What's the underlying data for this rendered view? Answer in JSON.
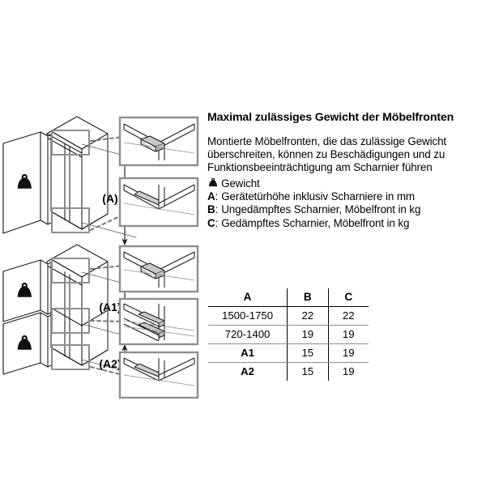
{
  "document": {
    "title": "Maximal zulässiges Gewicht der Möbelfronten",
    "intro": "Montierte Möbelfronten, die das zulässige Gewicht überschreiten, können zu Beschädigungen und zu Funktionsbeeinträchtigung am Scharnier führen",
    "legend": [
      {
        "icon": "weight-icon",
        "key": "",
        "sep": "",
        "desc": "Gewicht"
      },
      {
        "icon": "",
        "key": "A",
        "sep": ":",
        "desc": "Gerätetürhöhe inklusiv Scharniere in mm"
      },
      {
        "icon": "",
        "key": "B",
        "sep": ":",
        "desc": "Ungedämpftes Scharnier, Möbelfront in kg"
      },
      {
        "icon": "",
        "key": "C",
        "sep": ":",
        "desc": "Gedämpftes Scharnier, Möbelfront in kg"
      }
    ]
  },
  "table": {
    "headers": [
      "A",
      "B",
      "C"
    ],
    "rows": [
      {
        "a": "1500-1750",
        "b": "22",
        "c": "22",
        "bold": false
      },
      {
        "a": "720-1400",
        "b": "19",
        "c": "19",
        "bold": false
      },
      {
        "a": "A1",
        "b": "15",
        "c": "19",
        "bold": true
      },
      {
        "a": "A2",
        "b": "15",
        "c": "19",
        "bold": true
      }
    ]
  },
  "figures": {
    "upper": {
      "name": "single-door-appliance-diagram",
      "dimension_labels": [
        "(A)"
      ],
      "weight_markers": 1,
      "detail_callouts": 2
    },
    "lower": {
      "name": "two-door-appliance-diagram",
      "dimension_labels": [
        "(A1)",
        "(A2)"
      ],
      "weight_markers": 2,
      "detail_callouts": 3
    }
  },
  "colors": {
    "line": "#1a1a1a",
    "frame": "#8e8e8e",
    "hinge_fill": "#c8c8c8",
    "panel_fill": "#ffffff",
    "background": "#ffffff"
  }
}
